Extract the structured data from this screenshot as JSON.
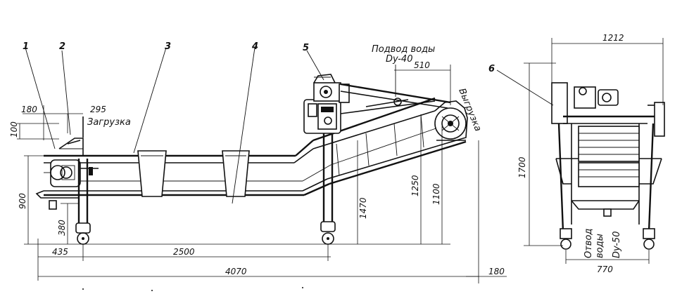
{
  "positions": [
    "1",
    "2",
    "3",
    "4",
    "5",
    "6"
  ],
  "labels": {
    "zagruzka": "Загрузка",
    "vygruzka": "Выгрузка",
    "water_in_1": "Подвод воды",
    "water_in_2": "Dy-40",
    "water_out_1": "Отвод",
    "water_out_2": "воды",
    "water_out_3": "Dy-50"
  },
  "dimensions": {
    "d180_top": "180",
    "d295": "295",
    "d100": "100",
    "d900": "900",
    "d380": "380",
    "d435": "435",
    "d2500": "2500",
    "d4070": "4070",
    "d180_right": "180",
    "d510": "510",
    "d1470": "1470",
    "d1250": "1250",
    "d1100": "1100",
    "d1212": "1212",
    "d1700": "1700",
    "d770": "770"
  }
}
